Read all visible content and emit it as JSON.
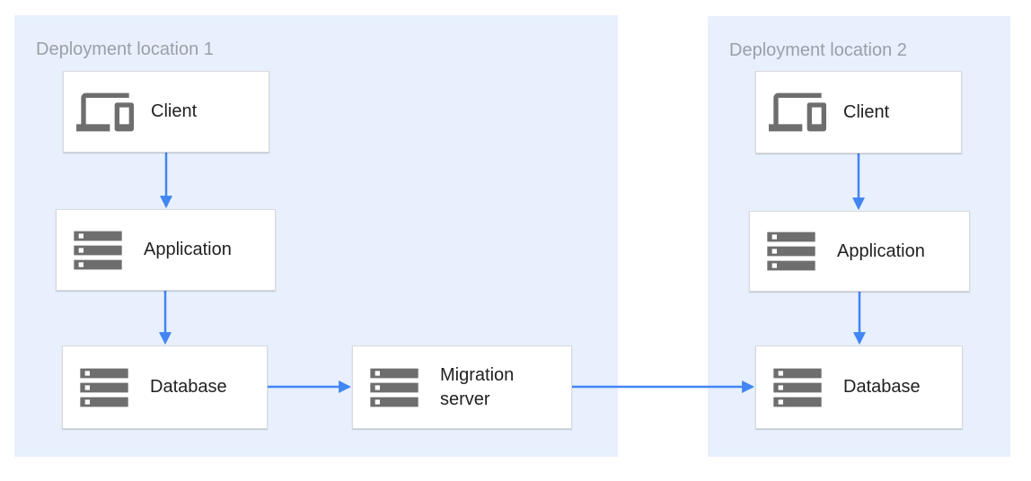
{
  "diagram": {
    "regions": [
      {
        "label": "Deployment location 1"
      },
      {
        "label": "Deployment location 2"
      }
    ],
    "nodes": [
      {
        "label": "Client",
        "icon": "devices-icon",
        "region": "Deployment location 1"
      },
      {
        "label": "Application",
        "icon": "server-stack-icon",
        "region": "Deployment location 1"
      },
      {
        "label": "Database",
        "icon": "server-stack-icon",
        "region": "Deployment location 1"
      },
      {
        "label": "Migration server",
        "icon": "server-stack-icon",
        "region": "Deployment location 1"
      },
      {
        "label": "Client",
        "icon": "devices-icon",
        "region": "Deployment location 2"
      },
      {
        "label": "Application",
        "icon": "server-stack-icon",
        "region": "Deployment location 2"
      },
      {
        "label": "Database",
        "icon": "server-stack-icon",
        "region": "Deployment location 2"
      }
    ],
    "edges": [
      {
        "from": "Client (location 1)",
        "to": "Application (location 1)"
      },
      {
        "from": "Application (location 1)",
        "to": "Database (location 1)"
      },
      {
        "from": "Database (location 1)",
        "to": "Migration server"
      },
      {
        "from": "Migration server",
        "to": "Database (location 2)"
      },
      {
        "from": "Client (location 2)",
        "to": "Application (location 2)"
      },
      {
        "from": "Application (location 2)",
        "to": "Database (location 2)"
      }
    ],
    "colors": {
      "region_background": "#e8f0fe",
      "region_title_text": "#9aa0a6",
      "node_background": "#ffffff",
      "node_border": "#d8d9da",
      "node_label_text": "#212121",
      "icon_gray": "#6e6e6e",
      "arrow_blue": "#4285f4"
    }
  }
}
